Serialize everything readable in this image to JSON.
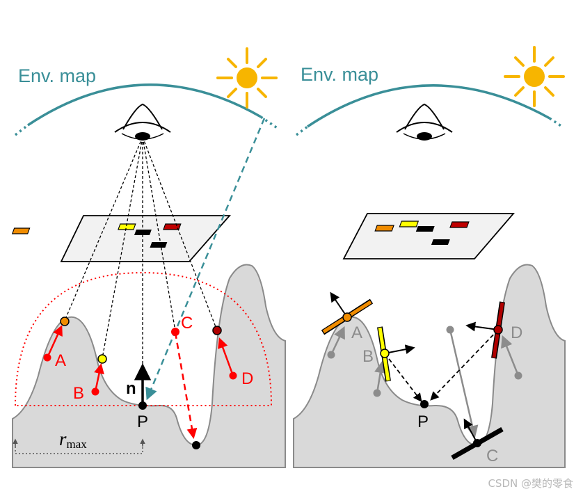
{
  "left_panel": {
    "env_map_label": "Env. map",
    "points": {
      "A": "A",
      "B": "B",
      "C": "C",
      "D": "D",
      "P": "P"
    },
    "normal_label": "n",
    "rmax_symbol": "r",
    "rmax_subscript": "max"
  },
  "right_panel": {
    "env_map_label": "Env. map",
    "points": {
      "A": "A",
      "B": "B",
      "C": "C",
      "D": "D",
      "P": "P"
    }
  },
  "colors": {
    "env_map": "#3a8f98",
    "terrain_fill": "#d9d9d9",
    "terrain_stroke": "#8a8a8a",
    "sun": "#f7b500",
    "red": "#ff0000",
    "dark_red": "#b00000",
    "orange": "#f08c00",
    "yellow": "#ffff00",
    "gray": "#8c8c8c"
  },
  "watermark": "CSDN @樊的零食"
}
